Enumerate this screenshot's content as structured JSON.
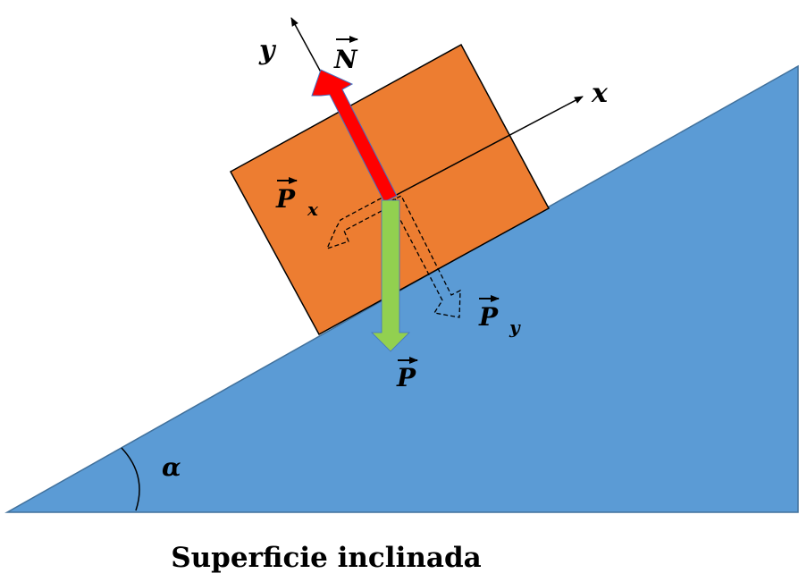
{
  "labels": {
    "axis_y": "y",
    "axis_x": "x",
    "normal": "N",
    "px_letter": "P",
    "px_sub": "x",
    "py_letter": "P",
    "py_sub": "y",
    "weight": "P",
    "angle": "α"
  },
  "caption": "Superficie inclinada",
  "colors": {
    "incline": "#5b9bd5",
    "block": "#ed7d31",
    "normal_force": "#ff0000",
    "weight_force": "#92d050",
    "outline": "#000000"
  }
}
